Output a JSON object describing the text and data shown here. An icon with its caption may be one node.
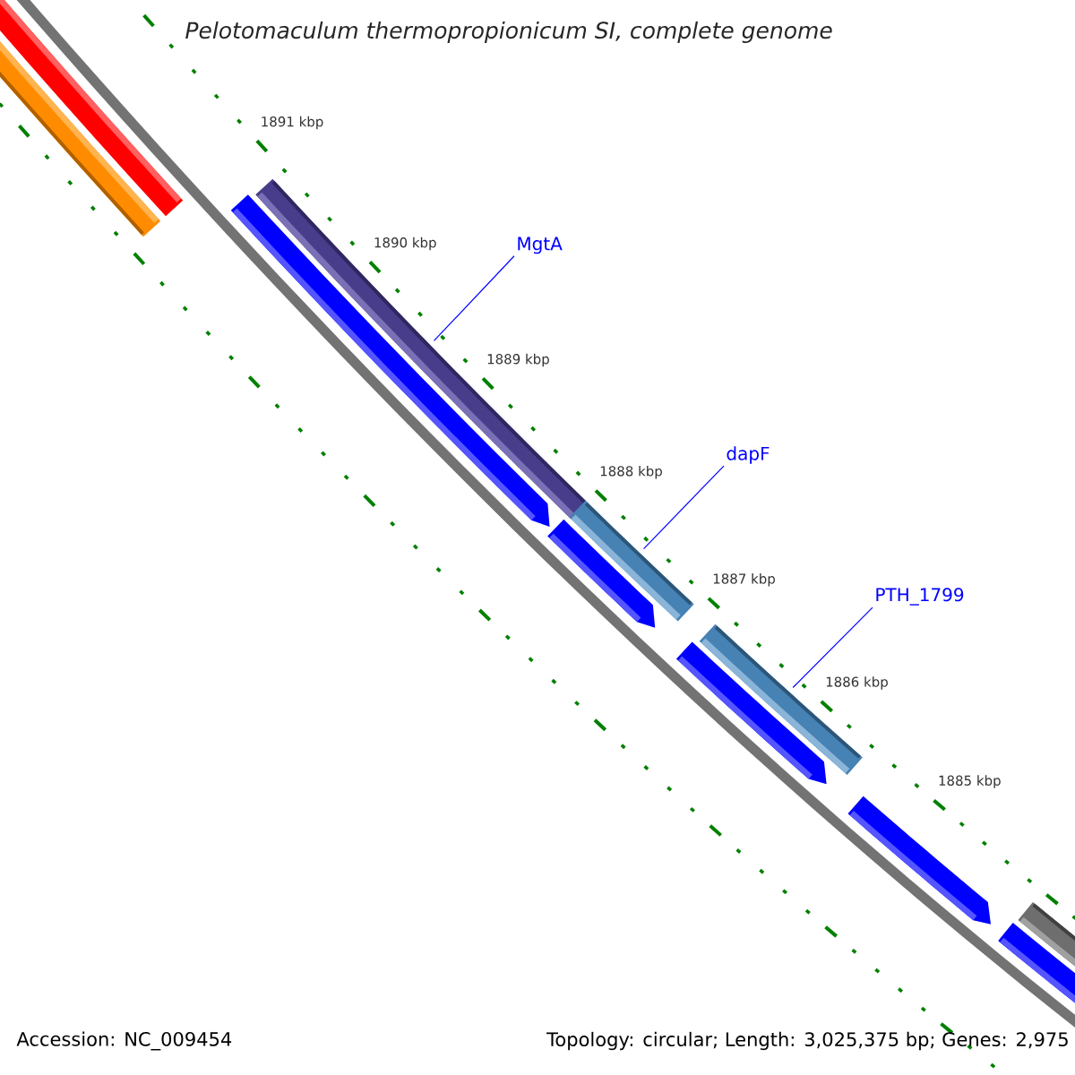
{
  "diagram": {
    "title": "Pelotomaculum thermopropionicum SI, complete genome",
    "nodes": [
      {
        "text": [
          "MgtA"
        ]
      },
      {
        "text": [],
        "shape": "bar"
      },
      {
        "text": [
          "dapF"
        ]
      },
      {
        "text": [],
        "shape": "bar"
      },
      {
        "text": [
          "PTH_1799"
        ]
      },
      {
        "text": [],
        "shape": "bar"
      }
    ],
    "edges": [
      {
        "from": 0,
        "to": 1,
        "arrow": "none"
      },
      {
        "from": 2,
        "to": 3,
        "arrow": "none"
      },
      {
        "from": 4,
        "to": 5,
        "arrow": "none"
      }
    ],
    "labels": [
      "1891 kbp",
      "1890 kbp",
      "1889 kbp",
      "1888 kbp",
      "1887 kbp",
      "1886 kbp",
      "1885 kbp",
      "Accession: NC_009454",
      "Topology: circular; Length: 3,025,375 bp; Genes: 2,975"
    ]
  }
}
